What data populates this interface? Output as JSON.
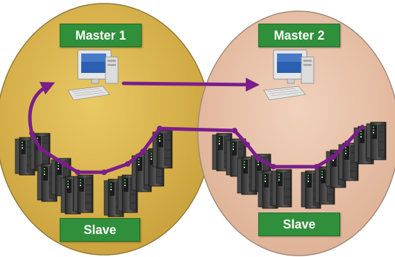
{
  "labels": {
    "master1": "Master 1",
    "master2": "Master 2",
    "slave1": "Slave",
    "slave2": "Slave"
  },
  "colors": {
    "zone_left": "#d9b24c",
    "zone_right": "#e8c3a9",
    "network_line": "#7a1e8a",
    "label_bg": "#2f8f3a",
    "label_text": "#ffffff"
  },
  "icons": {
    "master1": "computer-icon",
    "master2": "computer-icon",
    "slave_device": "plc-rack-icon"
  }
}
